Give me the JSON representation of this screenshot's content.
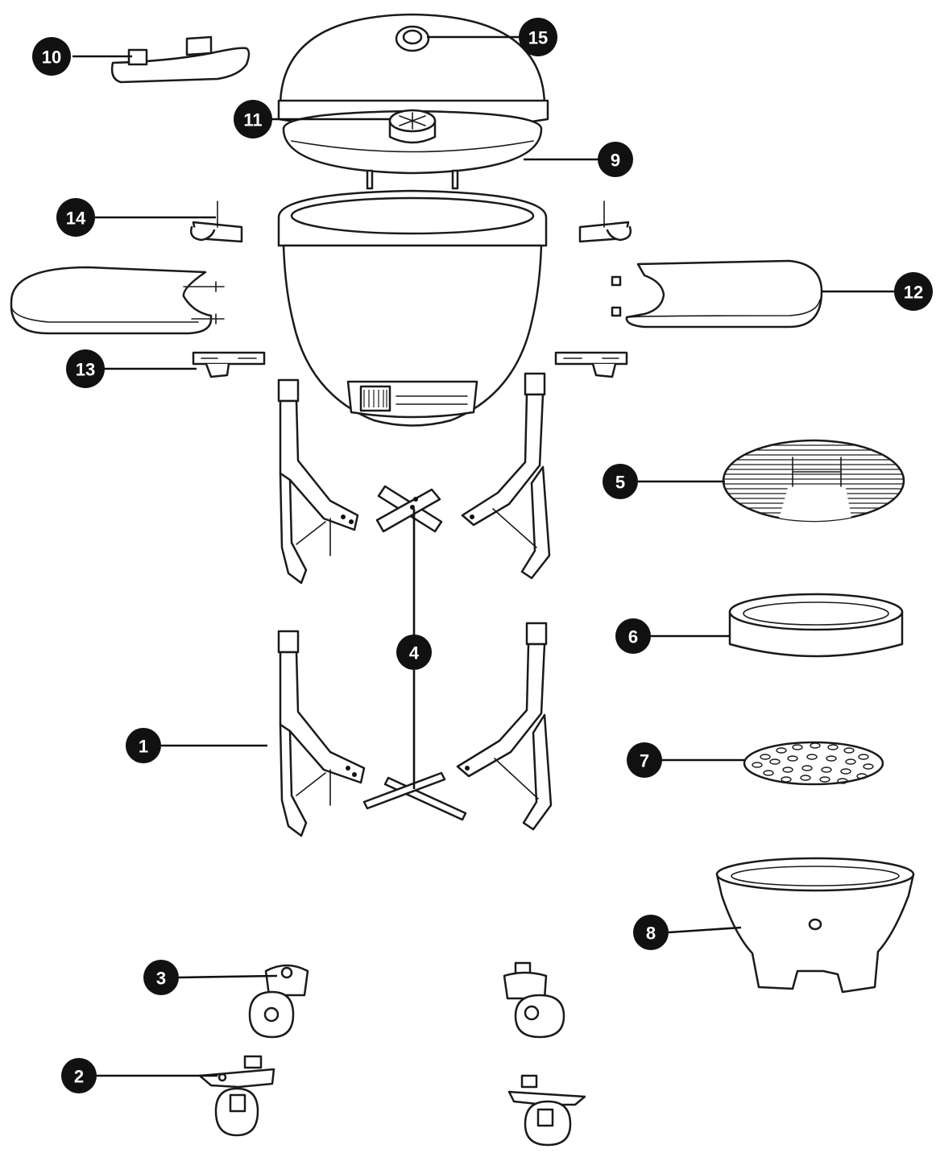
{
  "callouts": [
    {
      "id": "1"
    },
    {
      "id": "2"
    },
    {
      "id": "3"
    },
    {
      "id": "4"
    },
    {
      "id": "5"
    },
    {
      "id": "6"
    },
    {
      "id": "7"
    },
    {
      "id": "8"
    },
    {
      "id": "9"
    },
    {
      "id": "10"
    },
    {
      "id": "11"
    },
    {
      "id": "12"
    },
    {
      "id": "13"
    },
    {
      "id": "14"
    },
    {
      "id": "15"
    }
  ],
  "colors": {
    "ink": "#111111",
    "paper": "#ffffff"
  }
}
